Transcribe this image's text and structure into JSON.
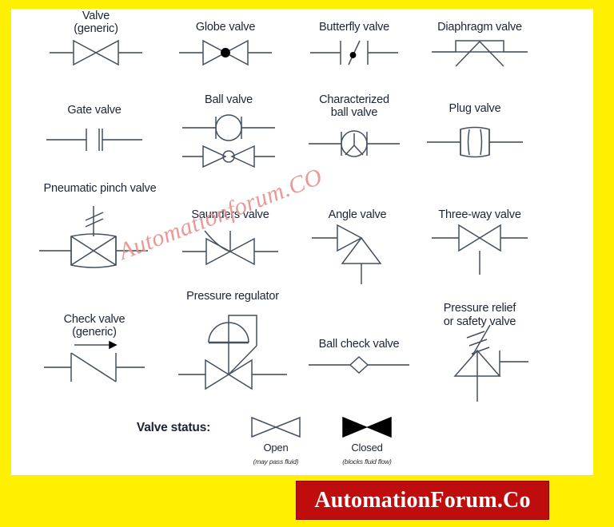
{
  "page": {
    "border_color": "#ffef00",
    "sheet_color": "#ffffff",
    "line_color": "#44505f",
    "title_color": "#1b2436"
  },
  "watermark": {
    "text": "Automationforum.CO",
    "color": "#e8918f"
  },
  "footer": {
    "brand": "AutomationForum.Co",
    "background": "#bf0d0d",
    "text_color": "#ffffff"
  },
  "symbols": [
    {
      "id": "valve-generic",
      "label_line1": "Valve",
      "label_line2": "(generic)"
    },
    {
      "id": "globe-valve",
      "label_line1": "Globe valve",
      "label_line2": ""
    },
    {
      "id": "butterfly-valve",
      "label_line1": "Butterfly valve",
      "label_line2": ""
    },
    {
      "id": "diaphragm-valve",
      "label_line1": "Diaphragm valve",
      "label_line2": ""
    },
    {
      "id": "gate-valve",
      "label_line1": "Gate valve",
      "label_line2": ""
    },
    {
      "id": "ball-valve",
      "label_line1": "Ball valve",
      "label_line2": ""
    },
    {
      "id": "characterized-ball-valve",
      "label_line1": "Characterized",
      "label_line2": "ball valve"
    },
    {
      "id": "plug-valve",
      "label_line1": "Plug valve",
      "label_line2": ""
    },
    {
      "id": "pneumatic-pinch-valve",
      "label_line1": "Pneumatic pinch valve",
      "label_line2": ""
    },
    {
      "id": "saunders-valve",
      "label_line1": "Saunders valve",
      "label_line2": ""
    },
    {
      "id": "angle-valve",
      "label_line1": "Angle valve",
      "label_line2": ""
    },
    {
      "id": "three-way-valve",
      "label_line1": "Three-way valve",
      "label_line2": ""
    },
    {
      "id": "check-valve",
      "label_line1": "Check valve",
      "label_line2": "(generic)"
    },
    {
      "id": "pressure-regulator",
      "label_line1": "Pressure regulator",
      "label_line2": ""
    },
    {
      "id": "ball-check-valve",
      "label_line1": "Ball check valve",
      "label_line2": ""
    },
    {
      "id": "pressure-relief-valve",
      "label_line1": "Pressure relief",
      "label_line2": "or safety valve"
    }
  ],
  "status": {
    "heading": "Valve status:",
    "open": {
      "label": "Open",
      "note": "(may pass fluid)"
    },
    "closed": {
      "label": "Closed",
      "note": "(blocks fluid flow)"
    }
  }
}
